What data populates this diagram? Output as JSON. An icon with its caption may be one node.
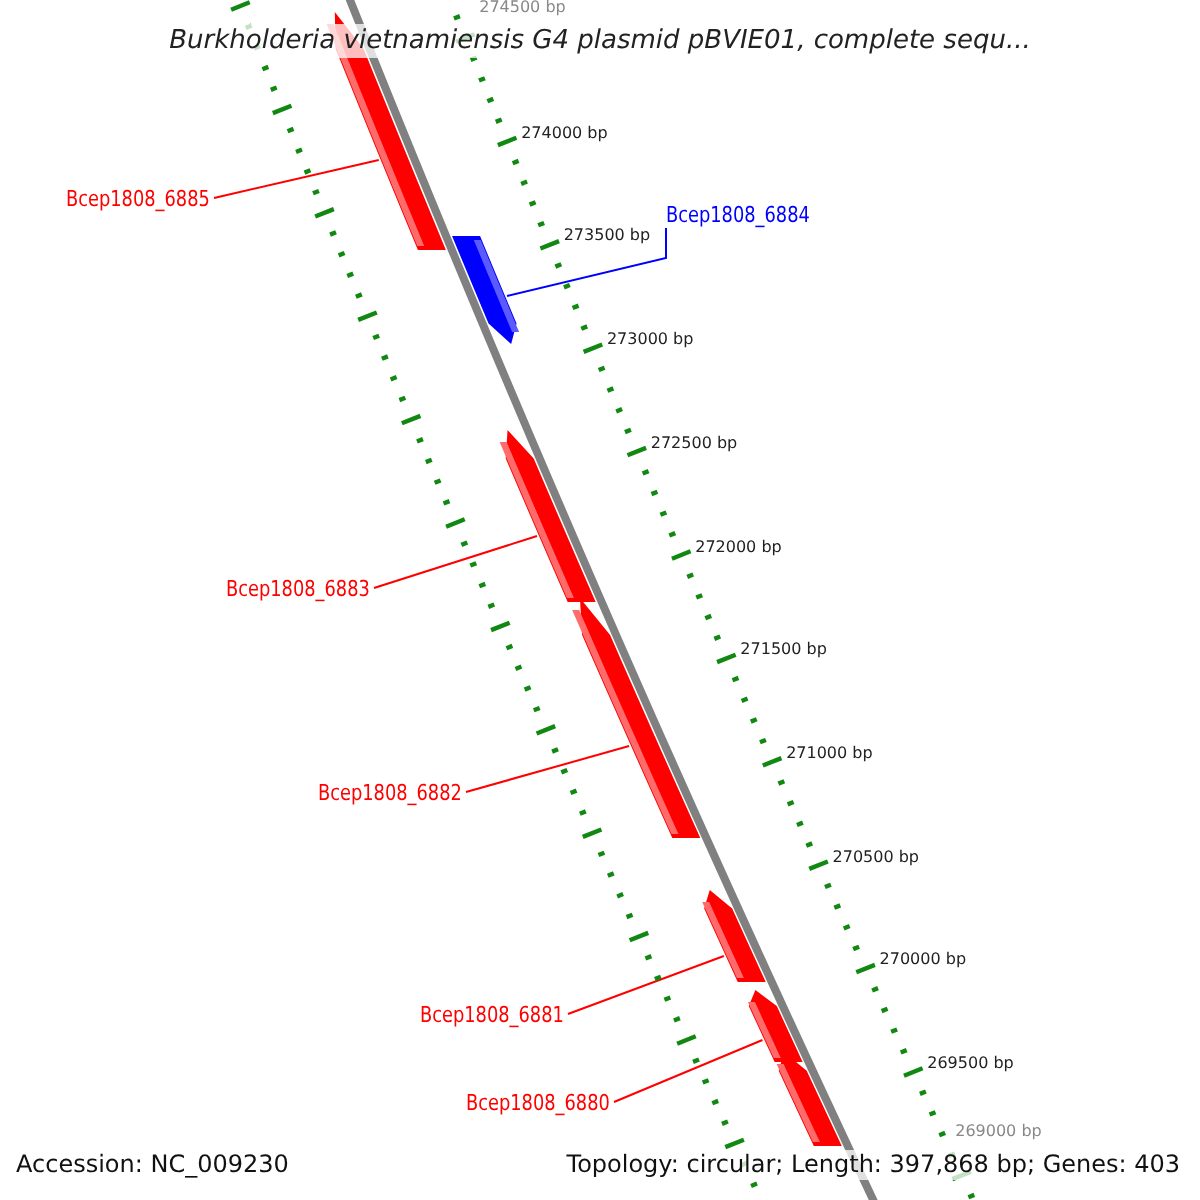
{
  "diagram": {
    "title": "Burkholderia vietnamiensis G4 plasmid pBVIE01, complete sequ...",
    "nodes": [
      {
        "text": [
          "Bcep1808_6885"
        ]
      },
      {
        "text": [],
        "shape": "bar"
      },
      {
        "text": [
          "Bcep1808_6884"
        ]
      },
      {
        "text": [],
        "shape": "bar"
      },
      {
        "text": [
          "Bcep1808_6883"
        ]
      },
      {
        "text": [],
        "shape": "bar"
      },
      {
        "text": [
          "Bcep1808_6882"
        ]
      },
      {
        "text": [],
        "shape": "bar"
      },
      {
        "text": [
          "Bcep1808_6881"
        ]
      },
      {
        "text": [],
        "shape": "bar"
      },
      {
        "text": [
          "Bcep1808_6880"
        ]
      },
      {
        "text": [],
        "shape": "bar"
      },
      {
        "text": [],
        "shape": "bar"
      }
    ],
    "edges": [
      {
        "from": 0,
        "to": 1,
        "arrow": "none"
      },
      {
        "from": 2,
        "to": 3,
        "arrow": "none",
        "color": "#0000ff"
      },
      {
        "from": 4,
        "to": 5,
        "arrow": "none"
      },
      {
        "from": 6,
        "to": 7,
        "arrow": "none"
      },
      {
        "from": 8,
        "to": 9,
        "arrow": "none"
      },
      {
        "from": 10,
        "to": 11,
        "arrow": "none"
      }
    ],
    "labels": [
      "274500 bp",
      "274000 bp",
      "273500 bp",
      "273000 bp",
      "272500 bp",
      "272000 bp",
      "271500 bp",
      "271000 bp",
      "270500 bp",
      "270000 bp",
      "269500 bp",
      "269000 bp",
      "Accession: NC_009230",
      "Topology: circular; Length: 397,868 bp; Genes: 403"
    ]
  }
}
